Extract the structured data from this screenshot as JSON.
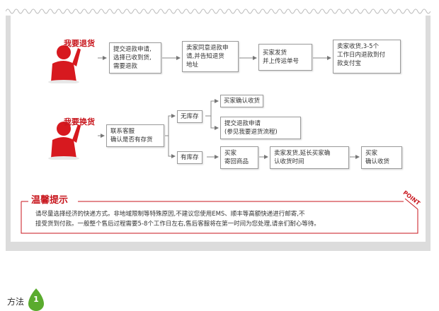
{
  "return_section": {
    "label": "我要退货",
    "steps": [
      [
        "提交退款申请,",
        "选择已收到货,",
        "需要退款"
      ],
      [
        "卖家同意退款申",
        "请,并告知退货",
        "地址"
      ],
      [
        "买家发货",
        "并上传运单号"
      ],
      [
        "卖家收货,3-5个",
        "工作日内退款到付",
        "款支付宝"
      ]
    ]
  },
  "exchange_section": {
    "label": "我要换货",
    "start": [
      "联系客服",
      "确认是否有存货"
    ],
    "no_stock": {
      "label": "无库存",
      "options": [
        [
          "买家确认收货"
        ],
        [
          "提交退款申请",
          "(参见我要退货流程)"
        ]
      ]
    },
    "in_stock": {
      "label": "有库存",
      "steps": [
        [
          "买家",
          "寄回商品"
        ],
        [
          "卖家发货,延长买家确",
          "认收货时间"
        ],
        [
          "买家",
          "确认收货"
        ]
      ]
    }
  },
  "tip": {
    "title": "温馨提示",
    "badge": "POINT",
    "lines": [
      "请尽量选择经济的快递方式。非地域限制等特殊原因,不建议您使用EMS、顺丰等高额快递进行邮寄,不",
      "接受货到付款。一般整个售后过程需要5-8个工作日左右,售后客服将在第一时间为您处理,请亲们耐心等待。"
    ]
  },
  "footer": {
    "method_label": "方法",
    "method_number": "1"
  },
  "colors": {
    "accent": "#c8161d",
    "frame": "#dcdcdc",
    "leaf": "#5aab2e"
  }
}
